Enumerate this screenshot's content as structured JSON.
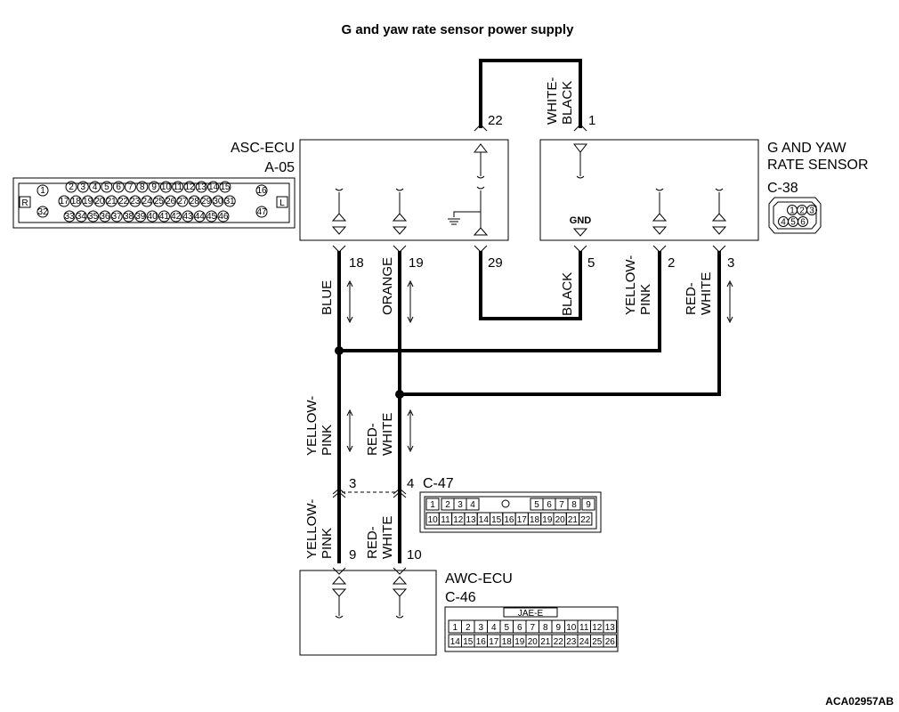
{
  "title": "G and yaw rate sensor power supply",
  "reference": "ACA02957AB",
  "asc_ecu": {
    "name": "ASC-ECU",
    "connector": "A-05",
    "pins_top": [
      "22"
    ],
    "pins_bottom": [
      "18",
      "19",
      "29"
    ],
    "connector_rows": {
      "row1": [
        "2",
        "3",
        "4",
        "5",
        "6",
        "7",
        "8",
        "9",
        "10",
        "11",
        "12",
        "13",
        "14",
        "15"
      ],
      "row2": [
        "17",
        "18",
        "19",
        "20",
        "21",
        "22",
        "23",
        "24",
        "25",
        "26",
        "27",
        "28",
        "29",
        "30",
        "31"
      ],
      "row3": [
        "33",
        "34",
        "35",
        "36",
        "37",
        "38",
        "39",
        "40",
        "41",
        "42",
        "43",
        "44",
        "45",
        "46"
      ],
      "left": [
        "1",
        "32"
      ],
      "right": [
        "16",
        "47"
      ],
      "side_left": "R",
      "side_right": "L"
    }
  },
  "sensor": {
    "name_line1": "G AND YAW",
    "name_line2": "RATE SENSOR",
    "connector": "C-38",
    "pins_top": [
      "1"
    ],
    "pins_bottom": [
      "5",
      "2",
      "3"
    ],
    "gnd_label": "GND",
    "connector_pins": [
      "1",
      "2",
      "3",
      "4",
      "5",
      "6"
    ]
  },
  "awc_ecu": {
    "name": "AWC-ECU",
    "connector": "C-46",
    "pins_top": [
      "9",
      "10"
    ],
    "jae_label": "JAE-E",
    "row1": [
      "1",
      "2",
      "3",
      "4",
      "5",
      "6",
      "7",
      "8",
      "9",
      "10",
      "11",
      "12",
      "13"
    ],
    "row2": [
      "14",
      "15",
      "16",
      "17",
      "18",
      "19",
      "20",
      "21",
      "22",
      "23",
      "24",
      "25",
      "26"
    ]
  },
  "joint": {
    "connector": "C-47",
    "pins": [
      "3",
      "4"
    ],
    "row1": [
      "1",
      "2",
      "3",
      "4",
      "5",
      "6",
      "7",
      "8",
      "9"
    ],
    "row2": [
      "10",
      "11",
      "12",
      "13",
      "14",
      "15",
      "16",
      "17",
      "18",
      "19",
      "20",
      "21",
      "22"
    ]
  },
  "wires": {
    "white_black_1": "WHITE-",
    "white_black_2": "BLACK",
    "blue": "BLUE",
    "orange": "ORANGE",
    "black": "BLACK",
    "yellow_pink_1": "YELLOW-",
    "yellow_pink_2": "PINK",
    "red_white_1": "RED-",
    "red_white_2": "WHITE"
  }
}
